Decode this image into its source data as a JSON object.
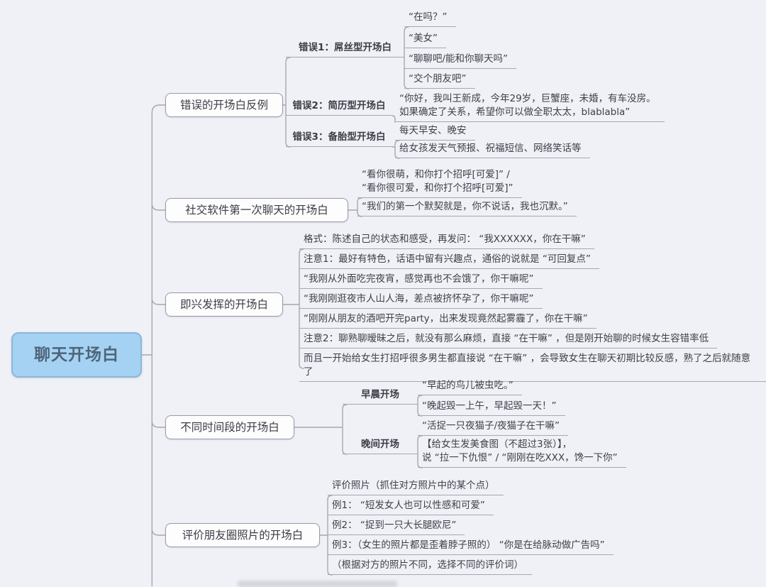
{
  "root": {
    "label": "聊天开场白"
  },
  "branches": [
    {
      "label": "错误的开场白反例",
      "groups": [
        {
          "label": "错误1：屌丝型开场白",
          "children": [
            "“在吗？”",
            "“美女”",
            "“聊聊吧/能和你聊天吗”",
            "“交个朋友吧”"
          ]
        },
        {
          "label": "错误2：简历型开场白",
          "children": [
            "“你好，我叫王新成，今年29岁，巨蟹座，未婚，有车没房。\n如果确定了关系，希望你可以做全职太太，blablabla”"
          ]
        },
        {
          "label": "错误3：备胎型开场白",
          "children": [
            "每天早安、晚安",
            "给女孩发天气预报、祝福短信、网络笑话等"
          ]
        }
      ]
    },
    {
      "label": "社交软件第一次聊天的开场白",
      "children": [
        "“看你很萌，和你打个招呼[可爱]” /\n“看你很可爱，和你打个招呼[可爱]”",
        "“我们的第一个默契就是，你不说话，我也沉默。”"
      ]
    },
    {
      "label": "即兴发挥的开场白",
      "children": [
        "格式：陈述自己的状态和感受，再发问： “我XXXXXX，你在干嘛”",
        "注意1：最好有特色，话语中留有兴趣点，通俗的说就是 “可回复点”",
        "“我刚从外面吃完夜宵，感觉再也不会饿了，你干嘛呢”",
        "“我刚刚逛夜市人山人海，差点被挤怀孕了，你干嘛呢”",
        "“刚刚从朋友的酒吧开完party，出来发现竟然起雾霾了，你在干嘛”",
        "注意2：聊熟聊暧昧之后，就没有那么麻烦，直接 “在干嘛” ，但是刚开始聊的时候女生容错率低",
        "而且一开始给女生打招呼很多男生都直接说 “在干嘛” ，会导致女生在聊天初期比较反感，熟了之后就随意了"
      ]
    },
    {
      "label": "不同时间段的开场白",
      "groups": [
        {
          "label": "早晨开场",
          "children": [
            "“早起的鸟儿被虫吃。”",
            "“晚起毁一上午，早起毁一天！”"
          ]
        },
        {
          "label": "晚间开场",
          "children": [
            "“活捉一只夜猫子/夜猫子在干嘛”",
            "【给女生发美食图（不超过3张）】，\n说 “拉一下仇恨” / “刚刚在吃XXX，馋一下你”"
          ]
        }
      ]
    },
    {
      "label": "评价朋友圈照片的开场白",
      "children": [
        "评价照片（抓住对方照片中的某个点）",
        "例1： “短发女人也可以性感和可爱”",
        "例2： “捉到一只大长腿欧尼”",
        "例3：（女生的照片都是歪着脖子照的） “你是在给脉动做广告吗”",
        "（根据对方的照片不同，选择不同的评价词）"
      ]
    }
  ],
  "colors": {
    "background": "#f0f1f7",
    "root_fill": "#a5d2f2",
    "root_border": "#8ab7d9",
    "root_text": "#4d6579",
    "node_border": "#999aa4",
    "connector_line": "#a6a7b0",
    "text": "#3e3f48"
  }
}
